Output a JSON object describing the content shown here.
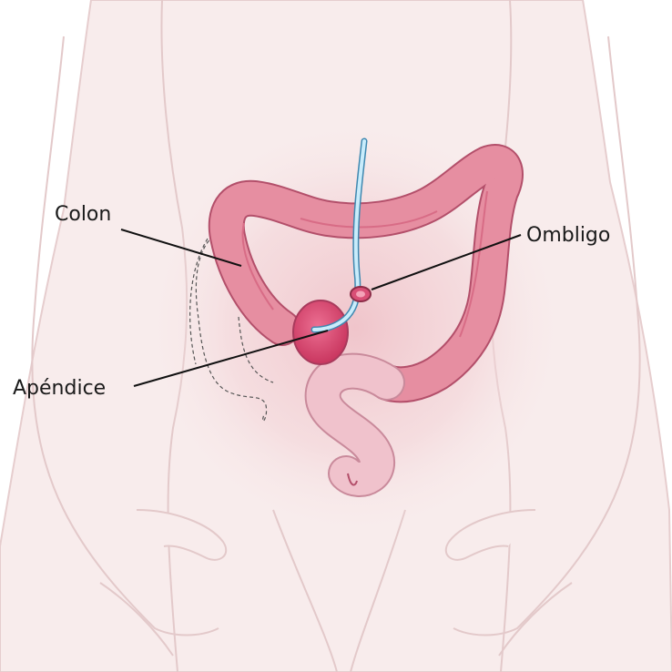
{
  "labels": {
    "colon": "Colon",
    "ombligo": "Ombligo",
    "apendice": "Apéndice"
  },
  "colors": {
    "skin": "#f7e9ea",
    "skin_outline": "#e3c3c5",
    "abdomen_glow": "#efc6cc",
    "colon_fill": "#e68ea1",
    "colon_shade": "#d86c86",
    "colon_outline": "#b34f6a",
    "cecum": "#d94f76",
    "tube": "#9fd6ef",
    "tube_outline": "#3f88b0",
    "leader_line": "#111111"
  }
}
